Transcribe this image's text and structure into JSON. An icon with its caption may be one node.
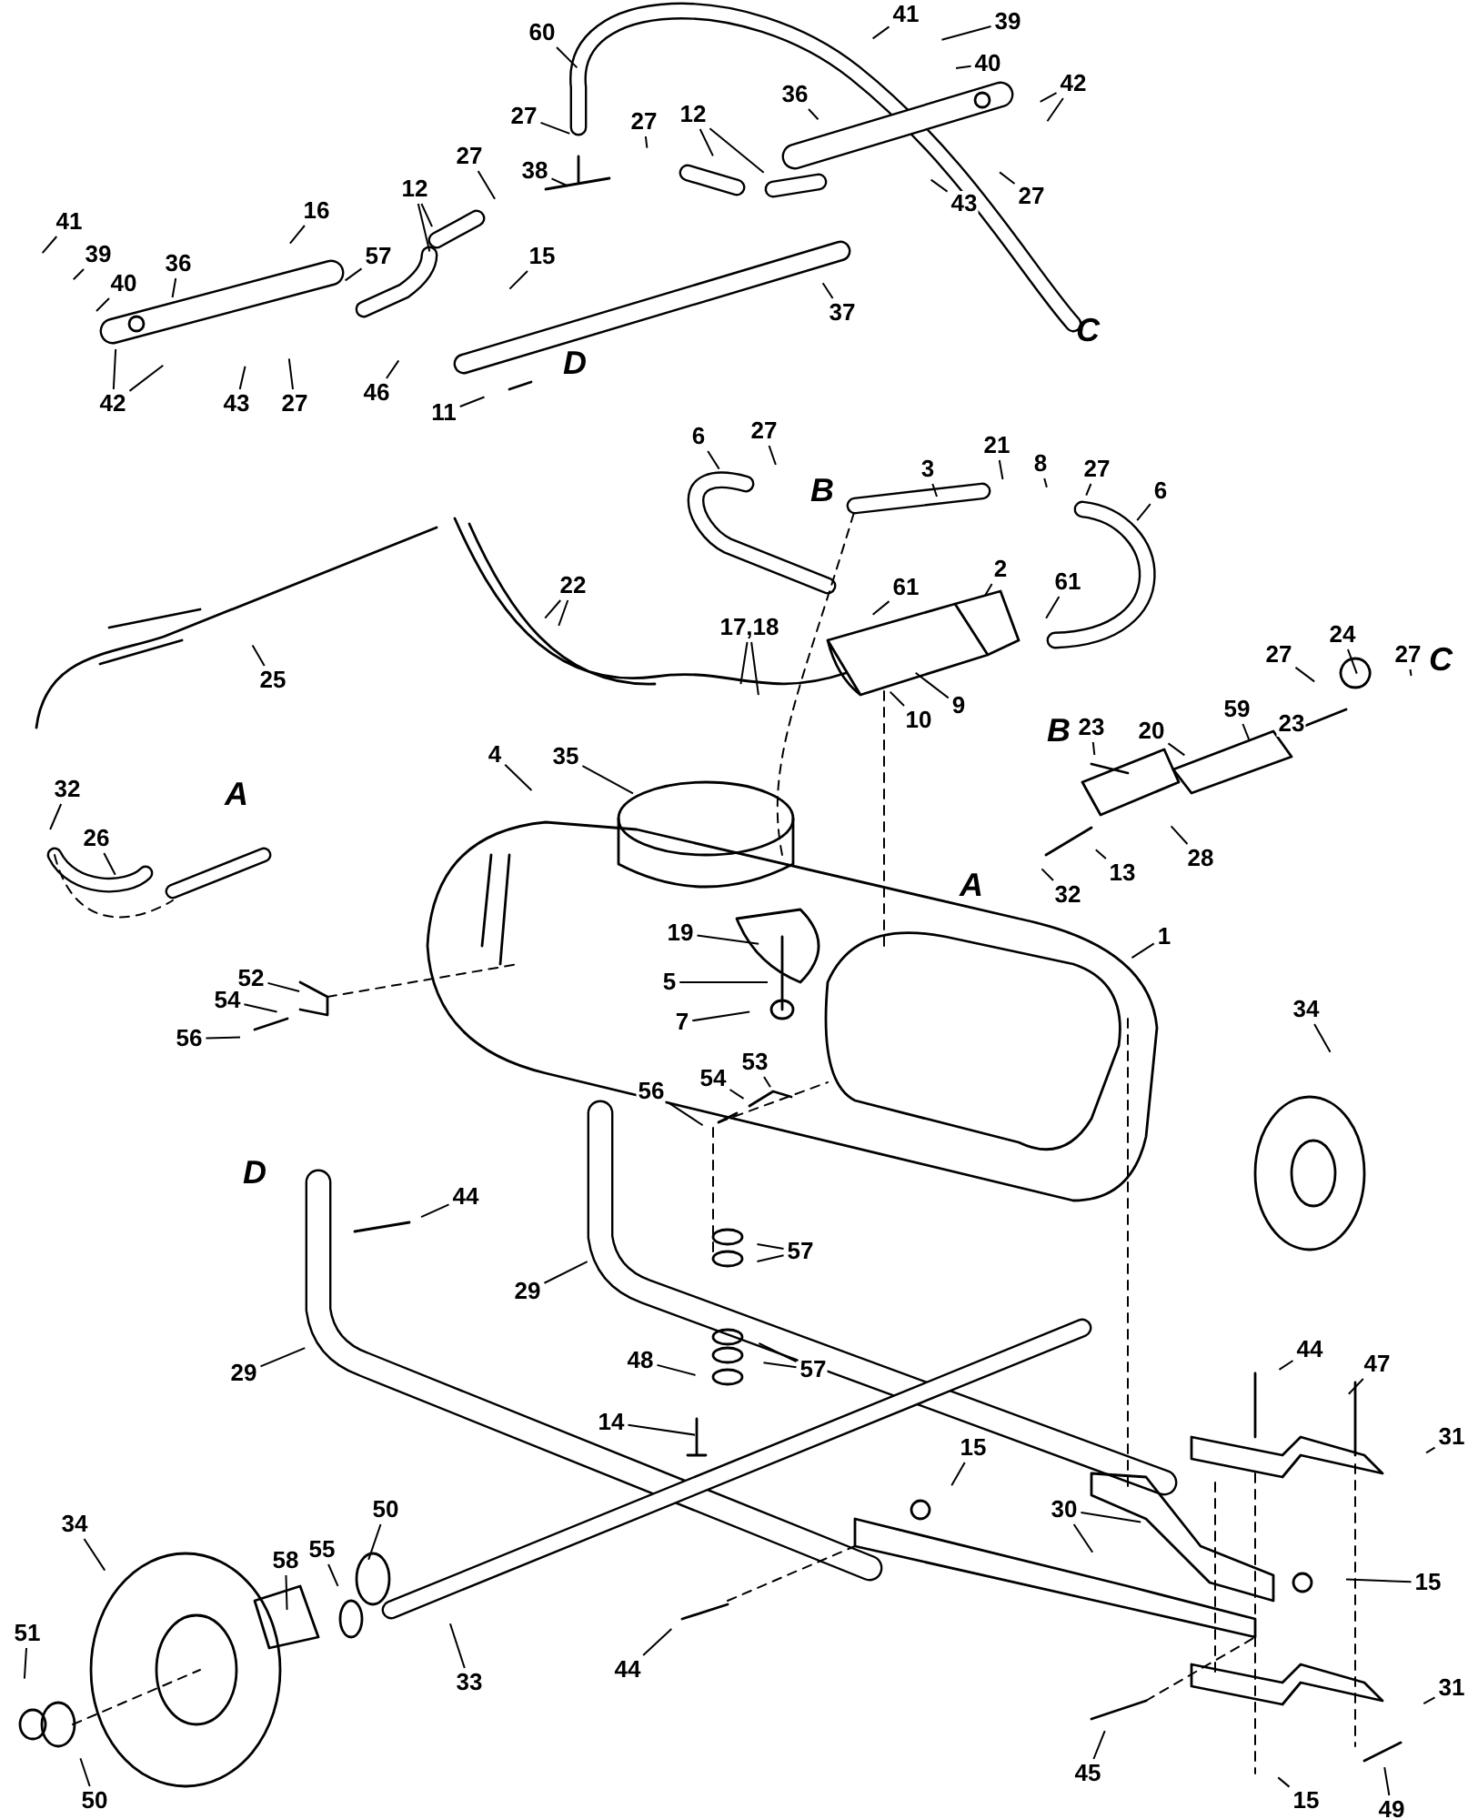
{
  "diagram": {
    "nodes": [
      {
        "text": [
          "60"
        ]
      },
      {
        "text": [
          "41"
        ]
      },
      {
        "text": [
          "39"
        ]
      },
      {
        "text": [
          "40"
        ]
      },
      {
        "text": [
          "42"
        ]
      },
      {
        "text": [
          "27"
        ]
      },
      {
        "text": [
          "27"
        ]
      },
      {
        "text": [
          "12"
        ]
      },
      {
        "text": [
          "36"
        ]
      },
      {
        "text": [
          "38"
        ]
      },
      {
        "text": [
          "27"
        ]
      },
      {
        "text": [
          "16"
        ]
      },
      {
        "text": [
          "12"
        ]
      },
      {
        "text": [
          "41"
        ]
      },
      {
        "text": [
          "43"
        ]
      },
      {
        "text": [
          "27"
        ]
      },
      {
        "text": [
          "39"
        ]
      },
      {
        "text": [
          "57"
        ]
      },
      {
        "text": [
          "15"
        ]
      },
      {
        "text": [
          "36"
        ]
      },
      {
        "text": [
          "40"
        ]
      },
      {
        "text": [
          "37"
        ]
      },
      {
        "text": [
          "42"
        ]
      },
      {
        "text": [
          "43"
        ]
      },
      {
        "text": [
          "27"
        ]
      },
      {
        "text": [
          "46"
        ]
      },
      {
        "text": [
          "11"
        ]
      },
      {
        "text": [
          "6"
        ]
      },
      {
        "text": [
          "27"
        ]
      },
      {
        "text": [
          "21"
        ]
      },
      {
        "text": [
          "8"
        ]
      },
      {
        "text": [
          "27"
        ]
      },
      {
        "text": [
          "3"
        ]
      },
      {
        "text": [
          "6"
        ]
      },
      {
        "text": [
          "22"
        ]
      },
      {
        "text": [
          "61"
        ]
      },
      {
        "text": [
          "2"
        ]
      },
      {
        "text": [
          "61"
        ]
      },
      {
        "text": [
          "17,18"
        ]
      },
      {
        "text": [
          "25"
        ]
      },
      {
        "text": [
          "9"
        ]
      },
      {
        "text": [
          "10"
        ]
      },
      {
        "text": [
          "27"
        ]
      },
      {
        "text": [
          "24"
        ]
      },
      {
        "text": [
          "27"
        ]
      },
      {
        "text": [
          "59"
        ]
      },
      {
        "text": [
          "23"
        ]
      },
      {
        "text": [
          "23"
        ]
      },
      {
        "text": [
          "20"
        ]
      },
      {
        "text": [
          "4"
        ]
      },
      {
        "text": [
          "35"
        ]
      },
      {
        "text": [
          "32"
        ]
      },
      {
        "text": [
          "26"
        ]
      },
      {
        "text": [
          "28"
        ]
      },
      {
        "text": [
          "13"
        ]
      },
      {
        "text": [
          "32"
        ]
      },
      {
        "text": [
          "19"
        ]
      },
      {
        "text": [
          "1"
        ]
      },
      {
        "text": [
          "52"
        ]
      },
      {
        "text": [
          "5"
        ]
      },
      {
        "text": [
          "54"
        ]
      },
      {
        "text": [
          "34"
        ]
      },
      {
        "text": [
          "7"
        ]
      },
      {
        "text": [
          "56"
        ]
      },
      {
        "text": [
          "53"
        ]
      },
      {
        "text": [
          "54"
        ]
      },
      {
        "text": [
          "56"
        ]
      },
      {
        "text": [
          "44"
        ]
      },
      {
        "text": [
          "57"
        ]
      },
      {
        "text": [
          "29"
        ]
      },
      {
        "text": [
          "44"
        ]
      },
      {
        "text": [
          "47"
        ]
      },
      {
        "text": [
          "48"
        ]
      },
      {
        "text": [
          "57"
        ]
      },
      {
        "text": [
          "29"
        ]
      },
      {
        "text": [
          "14"
        ]
      },
      {
        "text": [
          "31"
        ]
      },
      {
        "text": [
          "15"
        ]
      },
      {
        "text": [
          "30"
        ]
      },
      {
        "text": [
          "34"
        ]
      },
      {
        "text": [
          "50"
        ]
      },
      {
        "text": [
          "55"
        ]
      },
      {
        "text": [
          "58"
        ]
      },
      {
        "text": [
          "15"
        ]
      },
      {
        "text": [
          "51"
        ]
      },
      {
        "text": [
          "44"
        ]
      },
      {
        "text": [
          "33"
        ]
      },
      {
        "text": [
          "31"
        ]
      },
      {
        "text": [
          "45"
        ]
      },
      {
        "text": [
          "50"
        ]
      },
      {
        "text": [
          "15"
        ]
      },
      {
        "text": [
          "49"
        ]
      }
    ],
    "edges": [
      {
        "from": 0,
        "to": null,
        "arrow": "none"
      },
      {
        "from": 1,
        "to": null,
        "arrow": "none"
      },
      {
        "from": 2,
        "to": null,
        "arrow": "none"
      },
      {
        "from": 3,
        "to": null,
        "arrow": "none"
      },
      {
        "from": 4,
        "to": null,
        "arrow": "none"
      },
      {
        "from": 4,
        "to": null,
        "arrow": "none"
      },
      {
        "from": 5,
        "to": null,
        "arrow": "none"
      },
      {
        "from": 6,
        "to": null,
        "arrow": "none"
      },
      {
        "from": 7,
        "to": null,
        "arrow": "none"
      },
      {
        "from": 7,
        "to": null,
        "arrow": "none"
      },
      {
        "from": 8,
        "to": null,
        "arrow": "none"
      },
      {
        "from": 9,
        "to": null,
        "arrow": "none"
      },
      {
        "from": 10,
        "to": null,
        "arrow": "none"
      },
      {
        "from": 11,
        "to": null,
        "arrow": "none"
      },
      {
        "from": 12,
        "to": null,
        "arrow": "none"
      },
      {
        "from": 12,
        "to": null,
        "arrow": "none"
      },
      {
        "from": 13,
        "to": null,
        "arrow": "none"
      },
      {
        "from": 14,
        "to": null,
        "arrow": "none"
      },
      {
        "from": 15,
        "to": null,
        "arrow": "none"
      },
      {
        "from": 16,
        "to": null,
        "arrow": "none"
      },
      {
        "from": 17,
        "to": null,
        "arrow": "none"
      },
      {
        "from": 18,
        "to": null,
        "arrow": "none"
      },
      {
        "from": 19,
        "to": null,
        "arrow": "none"
      },
      {
        "from": 20,
        "to": null,
        "arrow": "none"
      },
      {
        "from": 21,
        "to": null,
        "arrow": "none"
      },
      {
        "from": 22,
        "to": null,
        "arrow": "none"
      },
      {
        "from": 22,
        "to": null,
        "arrow": "none"
      },
      {
        "from": 23,
        "to": null,
        "arrow": "none"
      },
      {
        "from": 24,
        "to": null,
        "arrow": "none"
      },
      {
        "from": 25,
        "to": null,
        "arrow": "none"
      },
      {
        "from": 26,
        "to": null,
        "arrow": "none"
      },
      {
        "from": 27,
        "to": null,
        "arrow": "none"
      },
      {
        "from": 28,
        "to": null,
        "arrow": "none"
      },
      {
        "from": 29,
        "to": null,
        "arrow": "none"
      },
      {
        "from": 30,
        "to": null,
        "arrow": "none"
      },
      {
        "from": 31,
        "to": null,
        "arrow": "none"
      },
      {
        "from": 32,
        "to": null,
        "arrow": "none"
      },
      {
        "from": 33,
        "to": null,
        "arrow": "none"
      },
      {
        "from": 34,
        "to": null,
        "arrow": "none"
      },
      {
        "from": 34,
        "to": null,
        "arrow": "none"
      },
      {
        "from": 35,
        "to": null,
        "arrow": "none"
      },
      {
        "from": 36,
        "to": null,
        "arrow": "none"
      },
      {
        "from": 37,
        "to": null,
        "arrow": "none"
      },
      {
        "from": 38,
        "to": null,
        "arrow": "none"
      },
      {
        "from": 38,
        "to": null,
        "arrow": "none"
      },
      {
        "from": 39,
        "to": null,
        "arrow": "none"
      },
      {
        "from": 40,
        "to": null,
        "arrow": "none"
      },
      {
        "from": 41,
        "to": null,
        "arrow": "none"
      },
      {
        "from": 42,
        "to": null,
        "arrow": "none"
      },
      {
        "from": 43,
        "to": null,
        "arrow": "none"
      },
      {
        "from": 44,
        "to": null,
        "arrow": "none"
      },
      {
        "from": 45,
        "to": null,
        "arrow": "none"
      },
      {
        "from": 46,
        "to": null,
        "arrow": "none"
      },
      {
        "from": 47,
        "to": null,
        "arrow": "none"
      },
      {
        "from": 48,
        "to": null,
        "arrow": "none"
      },
      {
        "from": 49,
        "to": null,
        "arrow": "none"
      },
      {
        "from": 50,
        "to": null,
        "arrow": "none"
      },
      {
        "from": 51,
        "to": null,
        "arrow": "none"
      },
      {
        "from": 52,
        "to": null,
        "arrow": "none"
      },
      {
        "from": 53,
        "to": null,
        "arrow": "none"
      },
      {
        "from": 54,
        "to": null,
        "arrow": "none"
      },
      {
        "from": 55,
        "to": null,
        "arrow": "none"
      },
      {
        "from": 56,
        "to": null,
        "arrow": "none"
      },
      {
        "from": 57,
        "to": null,
        "arrow": "none"
      },
      {
        "from": 58,
        "to": null,
        "arrow": "none"
      },
      {
        "from": 59,
        "to": null,
        "arrow": "none"
      },
      {
        "from": 60,
        "to": null,
        "arrow": "none"
      },
      {
        "from": 61,
        "to": null,
        "arrow": "none"
      },
      {
        "from": 62,
        "to": null,
        "arrow": "none"
      },
      {
        "from": 63,
        "to": null,
        "arrow": "none"
      },
      {
        "from": 64,
        "to": null,
        "arrow": "none"
      },
      {
        "from": 65,
        "to": null,
        "arrow": "none"
      },
      {
        "from": 66,
        "to": null,
        "arrow": "none"
      },
      {
        "from": 67,
        "to": null,
        "arrow": "none"
      },
      {
        "from": 68,
        "to": null,
        "arrow": "none"
      },
      {
        "from": 68,
        "to": null,
        "arrow": "none"
      },
      {
        "from": 69,
        "to": null,
        "arrow": "none"
      },
      {
        "from": 70,
        "to": null,
        "arrow": "none"
      },
      {
        "from": 71,
        "to": null,
        "arrow": "none"
      },
      {
        "from": 72,
        "to": null,
        "arrow": "none"
      },
      {
        "from": 73,
        "to": null,
        "arrow": "none"
      },
      {
        "from": 73,
        "to": null,
        "arrow": "none"
      },
      {
        "from": 74,
        "to": null,
        "arrow": "none"
      },
      {
        "from": 75,
        "to": null,
        "arrow": "none"
      },
      {
        "from": 76,
        "to": null,
        "arrow": "none"
      },
      {
        "from": 77,
        "to": null,
        "arrow": "none"
      },
      {
        "from": 78,
        "to": null,
        "arrow": "none"
      },
      {
        "from": 78,
        "to": null,
        "arrow": "none"
      },
      {
        "from": 79,
        "to": null,
        "arrow": "none"
      },
      {
        "from": 80,
        "to": null,
        "arrow": "none"
      },
      {
        "from": 81,
        "to": null,
        "arrow": "none"
      },
      {
        "from": 82,
        "to": null,
        "arrow": "none"
      },
      {
        "from": 83,
        "to": null,
        "arrow": "none"
      },
      {
        "from": 84,
        "to": null,
        "arrow": "none"
      },
      {
        "from": 85,
        "to": null,
        "arrow": "none"
      },
      {
        "from": 86,
        "to": null,
        "arrow": "none"
      },
      {
        "from": 87,
        "to": null,
        "arrow": "none"
      },
      {
        "from": 88,
        "to": null,
        "arrow": "none"
      },
      {
        "from": 89,
        "to": null,
        "arrow": "none"
      },
      {
        "from": 90,
        "to": null,
        "arrow": "none"
      },
      {
        "from": 91,
        "to": null,
        "arrow": "none"
      }
    ],
    "labels": [
      "C",
      "D",
      "B",
      "C",
      "B",
      "A",
      "A",
      "D"
    ]
  }
}
